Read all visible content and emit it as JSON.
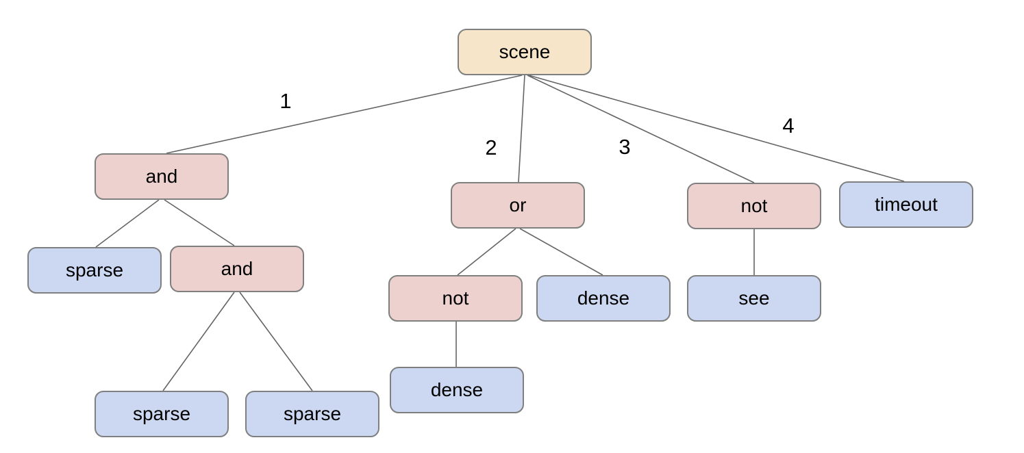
{
  "diagram": {
    "type": "tree",
    "root": {
      "label": "scene",
      "children": [
        {
          "edge_label": "1",
          "label": "and",
          "children": [
            {
              "label": "sparse"
            },
            {
              "label": "and",
              "children": [
                {
                  "label": "sparse"
                },
                {
                  "label": "sparse"
                }
              ]
            }
          ]
        },
        {
          "edge_label": "2",
          "label": "or",
          "children": [
            {
              "label": "not",
              "children": [
                {
                  "label": "dense"
                }
              ]
            },
            {
              "label": "dense"
            }
          ]
        },
        {
          "edge_label": "3",
          "label": "not",
          "children": [
            {
              "label": "see"
            }
          ]
        },
        {
          "edge_label": "4",
          "label": "timeout"
        }
      ]
    }
  },
  "colors": {
    "root_fill": "#f6e5c9",
    "internal_fill": "#ecd1cf",
    "leaf_fill": "#ccd8f1",
    "node_border": "#7f7f7f",
    "edge_line": "#646464",
    "text": "#000000"
  }
}
